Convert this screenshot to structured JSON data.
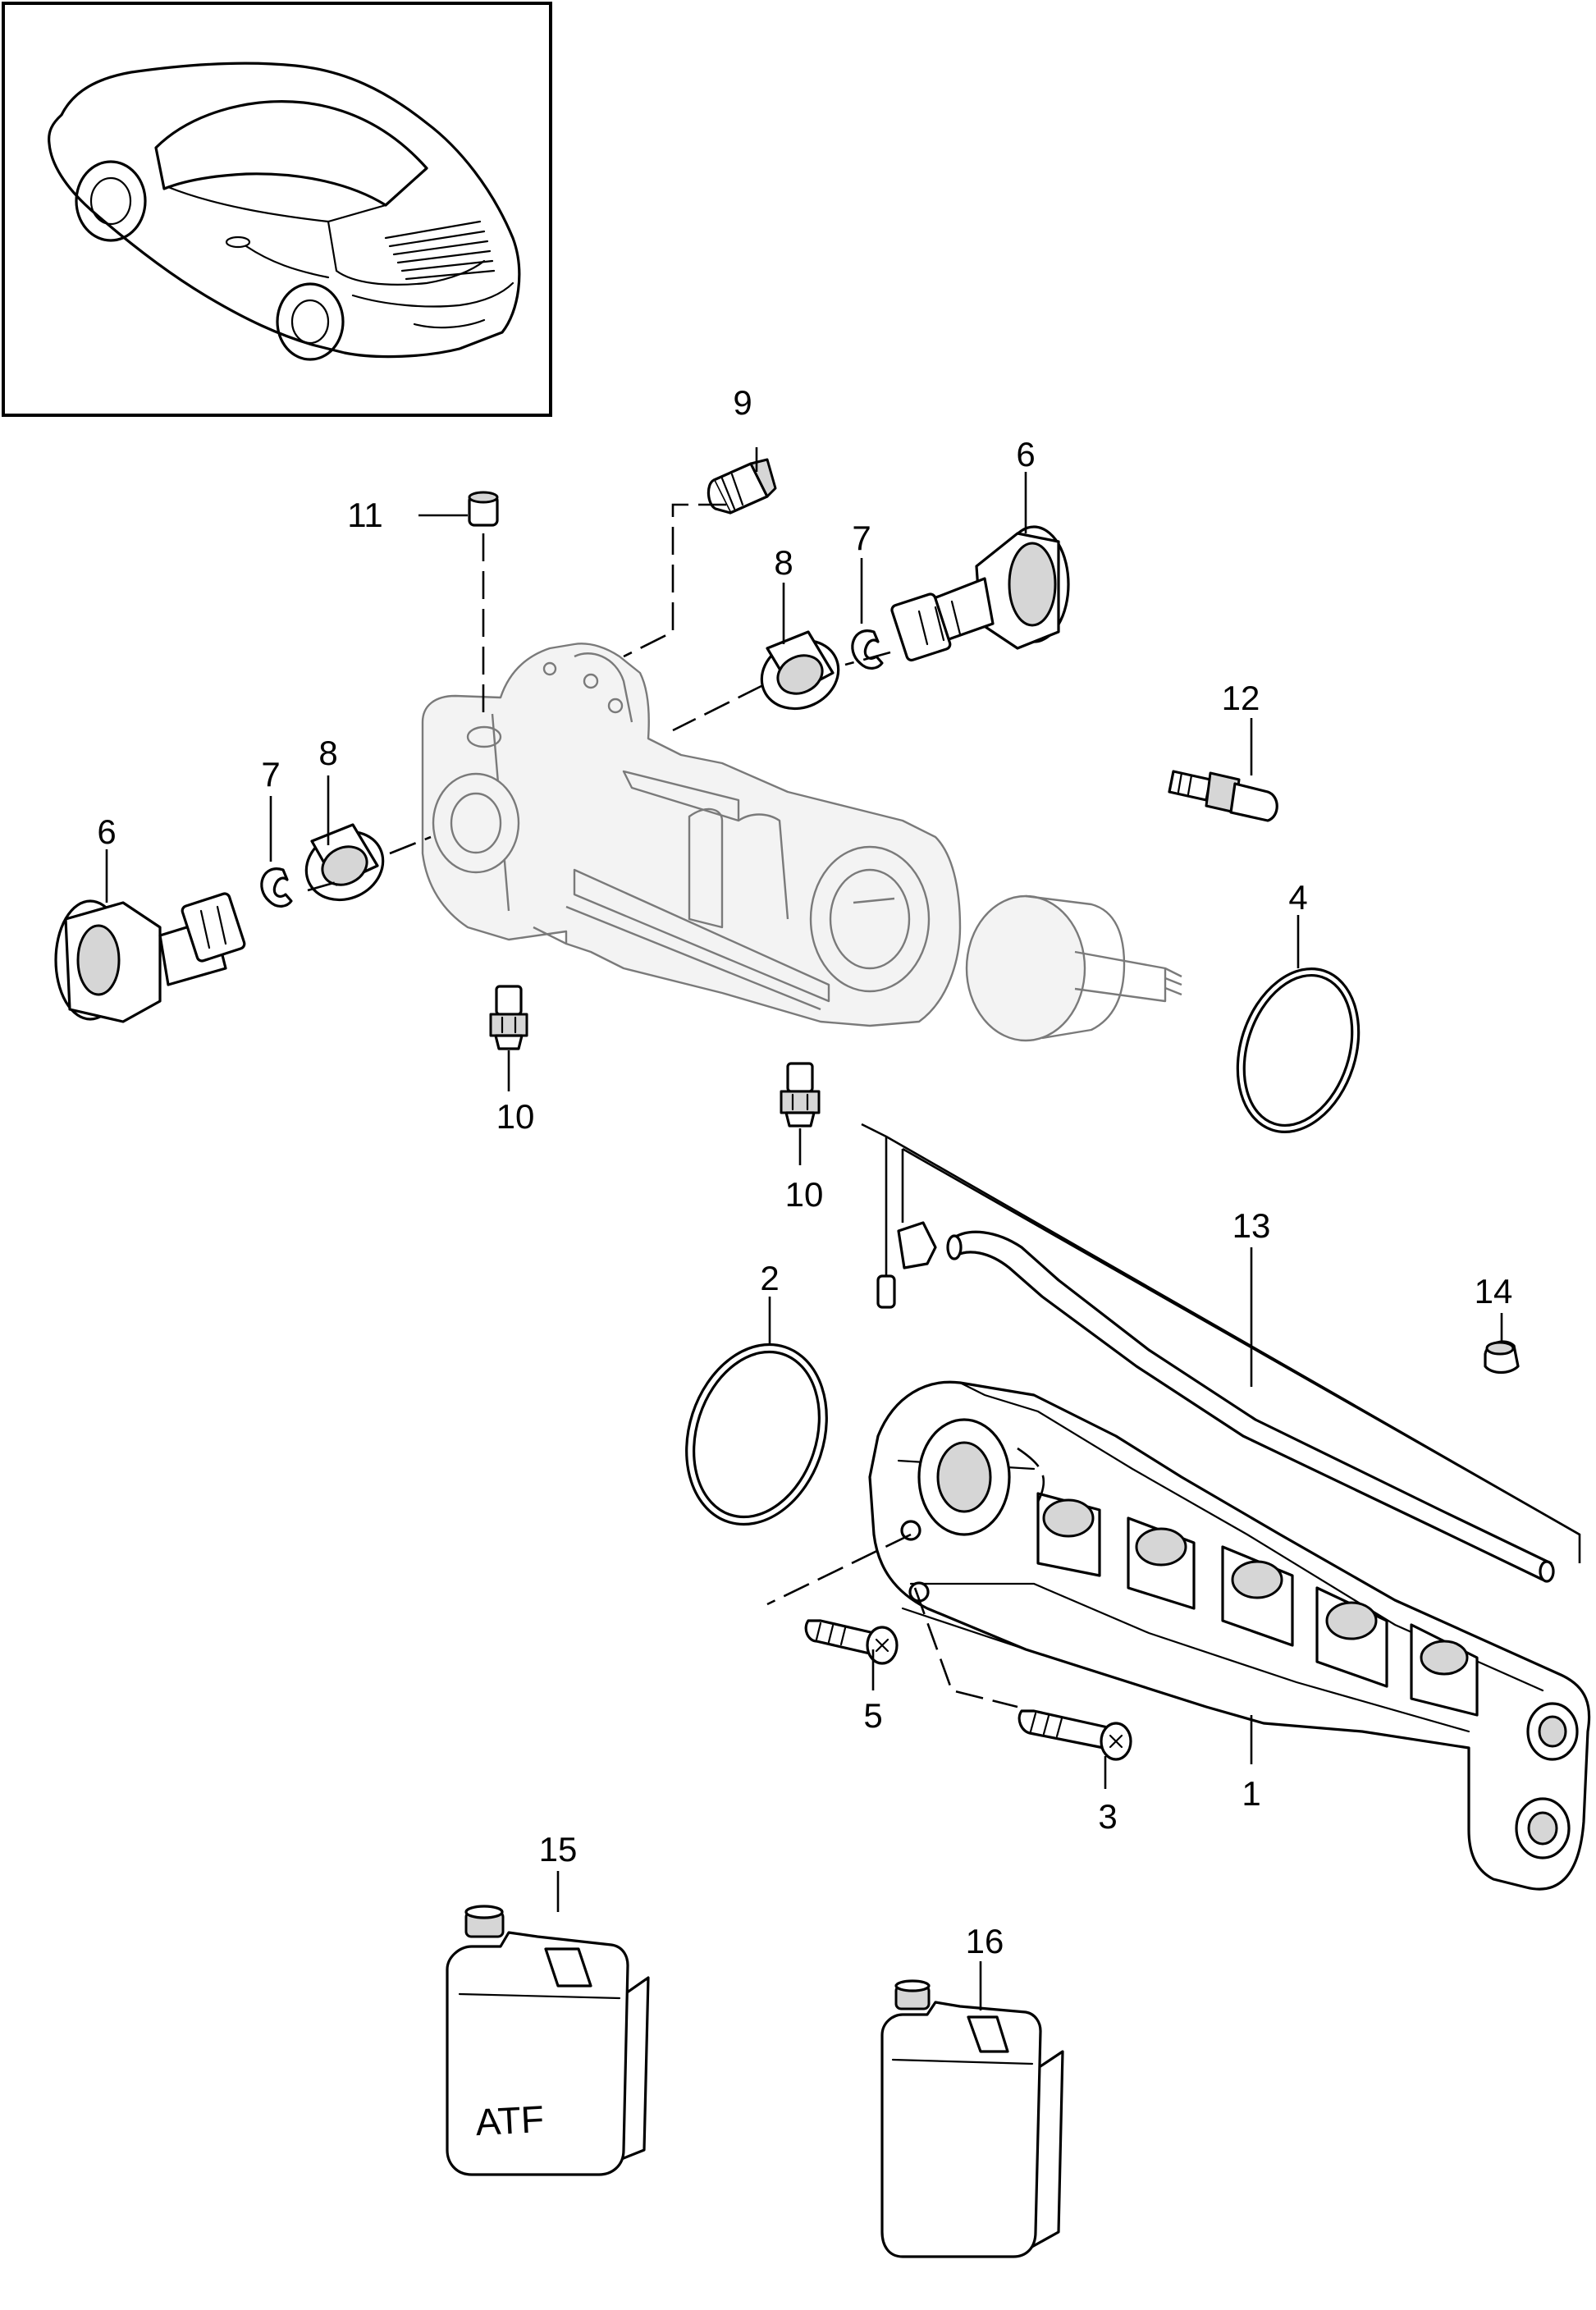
{
  "callouts": {
    "c1": "1",
    "c2": "2",
    "c3": "3",
    "c4": "4",
    "c5": "5",
    "c6a": "6",
    "c6b": "6",
    "c7a": "7",
    "c7b": "7",
    "c8a": "8",
    "c8b": "8",
    "c9": "9",
    "c10a": "10",
    "c10b": "10",
    "c11": "11",
    "c12": "12",
    "c13": "13",
    "c14": "14",
    "c15": "15",
    "c16": "16"
  },
  "container_label": "ATF"
}
